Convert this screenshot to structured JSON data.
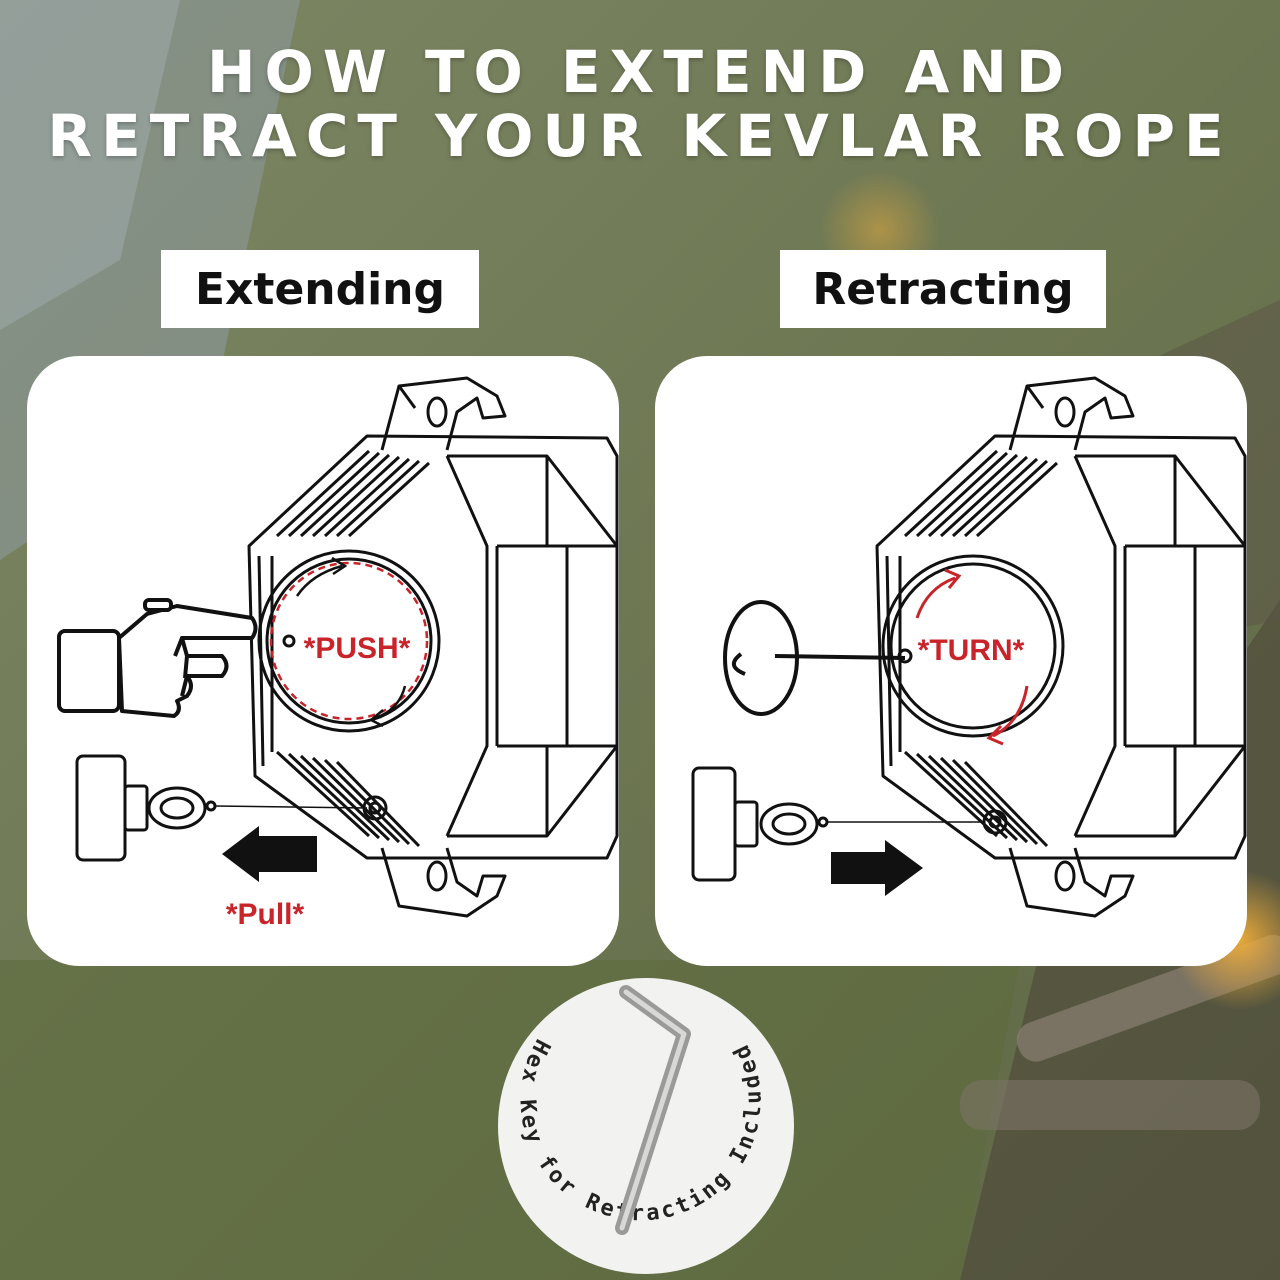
{
  "title": {
    "line1": "HOW TO EXTEND AND",
    "line2": "RETRACT YOUR KEVLAR ROPE"
  },
  "extending": {
    "label": "Extending",
    "push_text": "*PUSH*",
    "pull_text": "*Pull*"
  },
  "retracting": {
    "label": "Retracting",
    "turn_text": "*TURN*"
  },
  "badge": {
    "text": "Hex Key for Retracting Included"
  },
  "colors": {
    "background_olive": "#6f7a56",
    "accent_red": "#c8242a",
    "panel_white": "#ffffff"
  }
}
